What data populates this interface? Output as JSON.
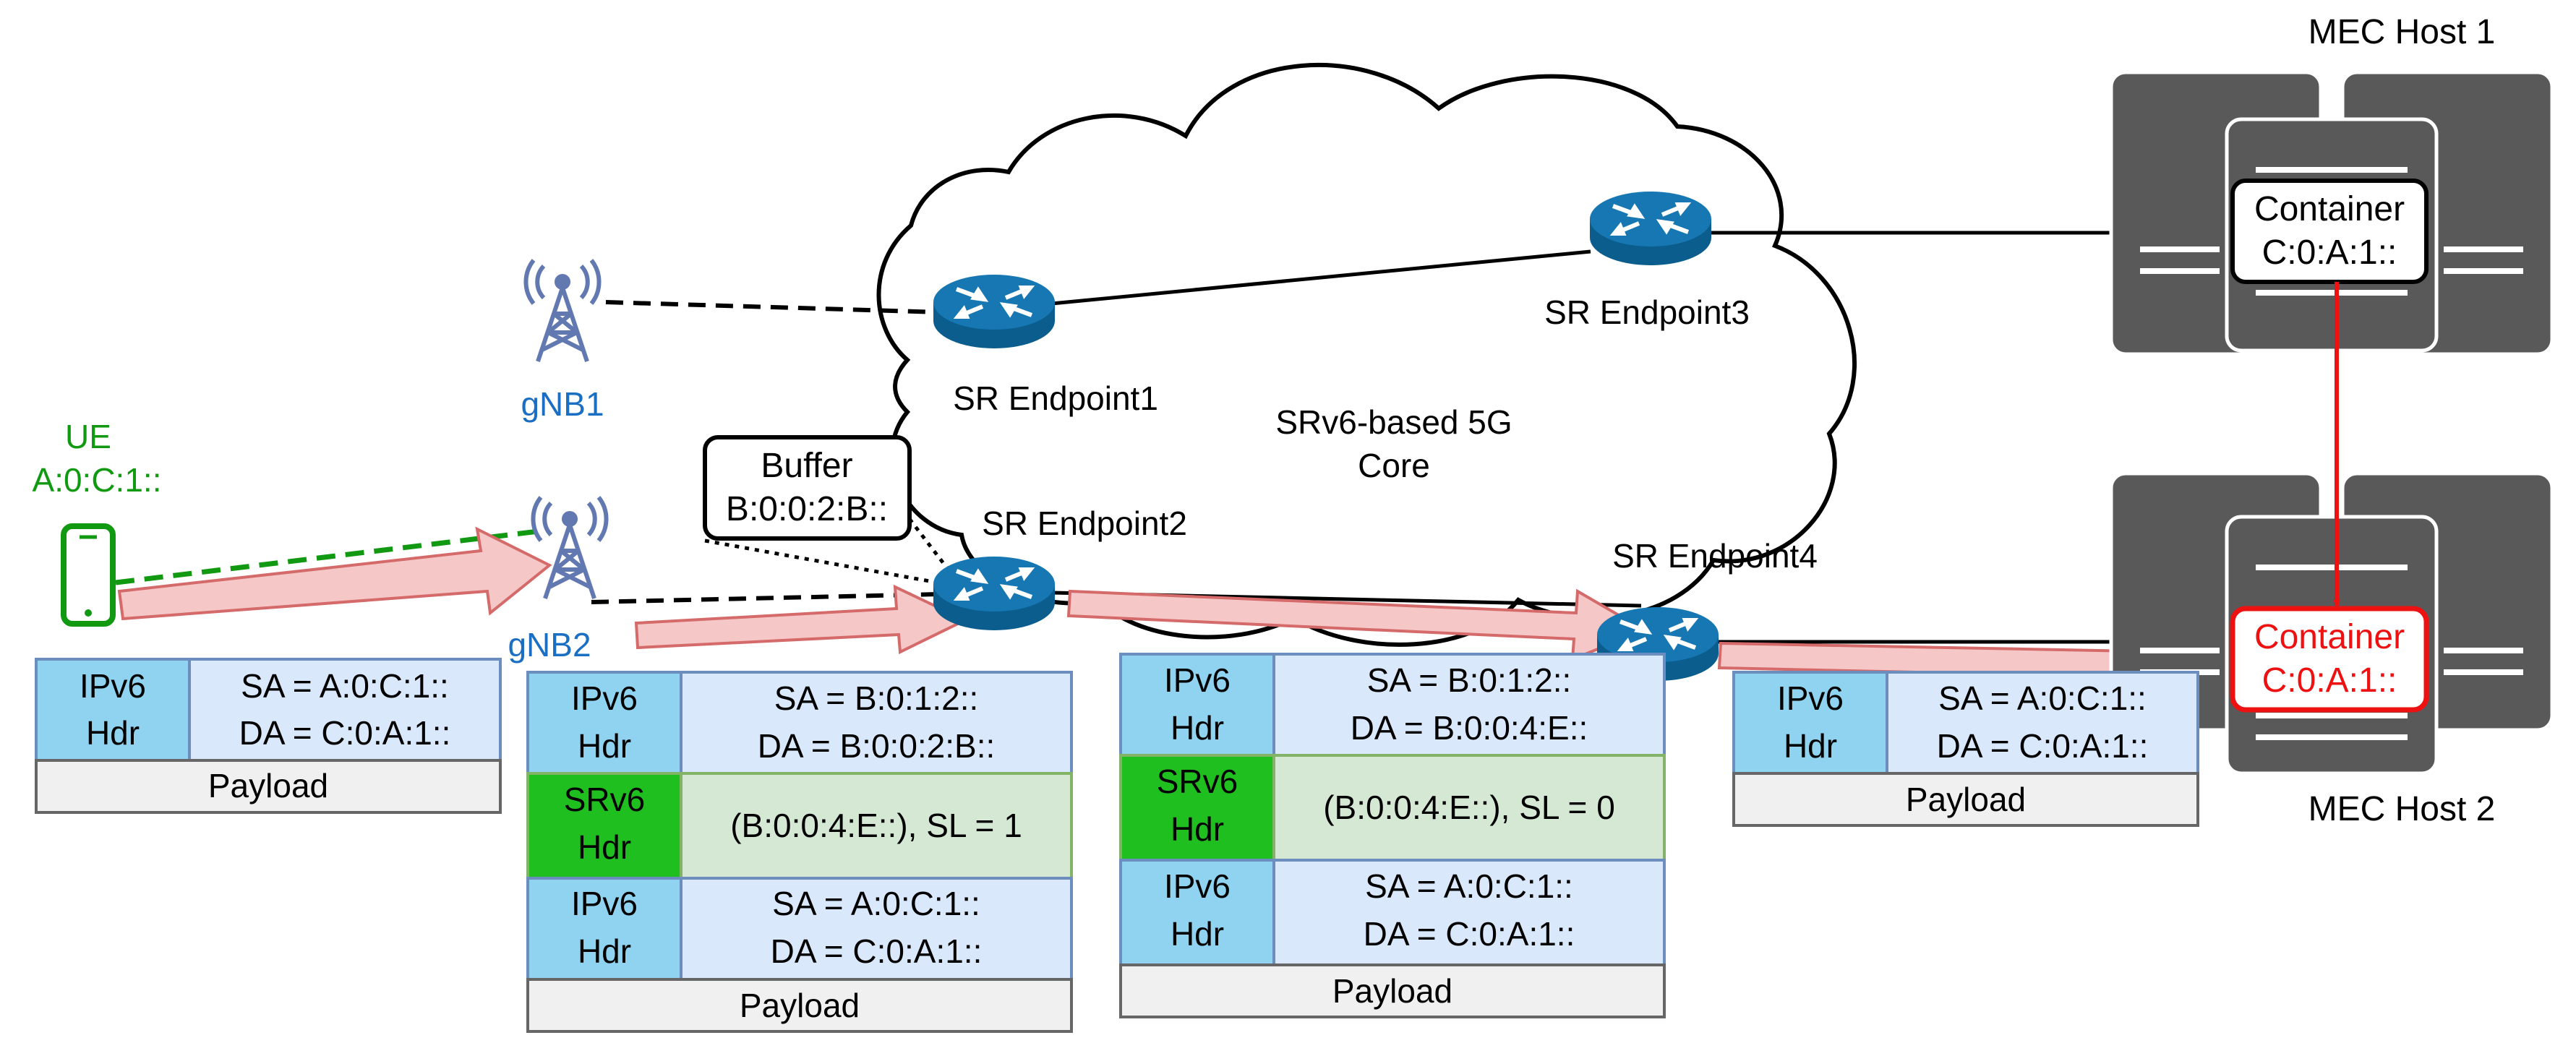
{
  "colors": {
    "ue_green": "#119911",
    "gnb_blue": "#1a6fc2",
    "router_blue": "#0b6aa0",
    "hdr_blue": "#8fd3f0",
    "field_blue": "#dae8fc",
    "srv6_green": "#1fbf1f",
    "srv6_field": "#d5e8d4",
    "payload_grey": "#f0f0f0",
    "arrow_fill": "#f6c7c7",
    "arrow_stroke": "#d46a6a",
    "alert_red": "#ee1111",
    "server_grey": "#595959"
  },
  "ue": {
    "name": "UE",
    "address": "A:0:C:1::"
  },
  "gnbs": [
    {
      "name": "gNB1"
    },
    {
      "name": "gNB2"
    }
  ],
  "core": {
    "label_line1": "SRv6-based 5G",
    "label_line2": "Core"
  },
  "endpoints": [
    {
      "name": "SR Endpoint1"
    },
    {
      "name": "SR Endpoint2"
    },
    {
      "name": "SR Endpoint3"
    },
    {
      "name": "SR Endpoint4"
    }
  ],
  "buffer": {
    "name": "Buffer",
    "address": "B:0:0:2:B::"
  },
  "mec_hosts": [
    {
      "name": "MEC Host 1",
      "container": "Container",
      "address": "C:0:A:1::"
    },
    {
      "name": "MEC Host 2",
      "container": "Container",
      "address": "C:0:A:1::"
    }
  ],
  "packets": [
    {
      "ipv6": {
        "hdr1": "IPv6",
        "hdr2": "Hdr",
        "sa": "SA = A:0:C:1::",
        "da": "DA = C:0:A:1::"
      },
      "payload": "Payload"
    },
    {
      "outer": {
        "hdr1": "IPv6",
        "hdr2": "Hdr",
        "sa": "SA = B:0:1:2::",
        "da": "DA = B:0:0:2:B::"
      },
      "srv6": {
        "hdr1": "SRv6",
        "hdr2": "Hdr",
        "seg": "(B:0:0:4:E::), SL = 1"
      },
      "inner": {
        "hdr1": "IPv6",
        "hdr2": "Hdr",
        "sa": "SA = A:0:C:1::",
        "da": "DA = C:0:A:1::"
      },
      "payload": "Payload"
    },
    {
      "outer": {
        "hdr1": "IPv6",
        "hdr2": "Hdr",
        "sa": "SA = B:0:1:2::",
        "da": "DA = B:0:0:4:E::"
      },
      "srv6": {
        "hdr1": "SRv6",
        "hdr2": "Hdr",
        "seg": "(B:0:0:4:E::), SL = 0"
      },
      "inner": {
        "hdr1": "IPv6",
        "hdr2": "Hdr",
        "sa": "SA = A:0:C:1::",
        "da": "DA = C:0:A:1::"
      },
      "payload": "Payload"
    },
    {
      "ipv6": {
        "hdr1": "IPv6",
        "hdr2": "Hdr",
        "sa": "SA = A:0:C:1::",
        "da": "DA = C:0:A:1::"
      },
      "payload": "Payload"
    }
  ]
}
